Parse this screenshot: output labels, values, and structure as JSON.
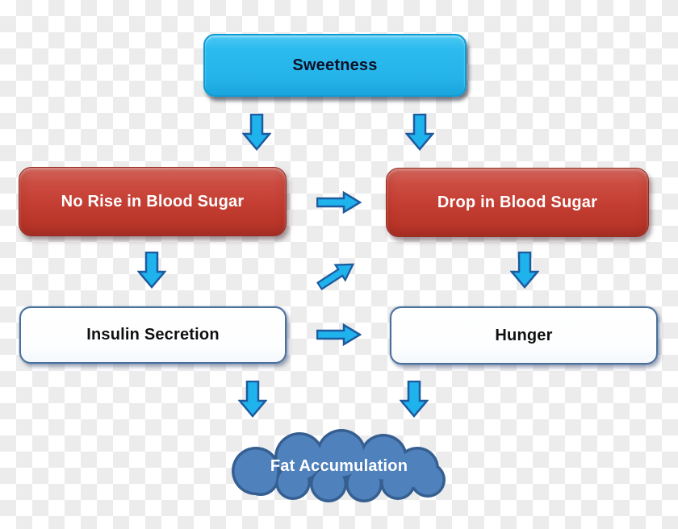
{
  "diagram": {
    "type": "flowchart",
    "background": "transparency-checkerboard",
    "nodes": {
      "sweetness": {
        "label": "Sweetness",
        "shape": "rounded-rectangle",
        "fill": "#27b8ec",
        "text_color": "#0d1026"
      },
      "no_rise": {
        "label": "No Rise in Blood Sugar",
        "shape": "rounded-rectangle",
        "fill": "#c43d32",
        "text_color": "#ffffff"
      },
      "drop": {
        "label": "Drop in Blood Sugar",
        "shape": "rounded-rectangle",
        "fill": "#c43d32",
        "text_color": "#ffffff"
      },
      "insulin": {
        "label": "Insulin Secretion",
        "shape": "rounded-rectangle",
        "fill": "#ffffff",
        "text_color": "#101010"
      },
      "hunger": {
        "label": "Hunger",
        "shape": "rounded-rectangle",
        "fill": "#ffffff",
        "text_color": "#101010"
      },
      "fat": {
        "label": "Fat Accumulation",
        "shape": "cloud",
        "fill": "#4f81bd",
        "text_color": "#ffffff"
      }
    },
    "edges": [
      {
        "from": "Sweetness",
        "to": "No Rise in Blood Sugar",
        "direction": "down"
      },
      {
        "from": "Sweetness",
        "to": "Drop in Blood Sugar",
        "direction": "down"
      },
      {
        "from": "No Rise in Blood Sugar",
        "to": "Drop in Blood Sugar",
        "direction": "right"
      },
      {
        "from": "No Rise in Blood Sugar",
        "to": "Insulin Secretion",
        "direction": "down"
      },
      {
        "from": "Drop in Blood Sugar",
        "to": "Hunger",
        "direction": "down"
      },
      {
        "from": "Insulin Secretion",
        "to": "Drop in Blood Sugar",
        "direction": "up-right"
      },
      {
        "from": "Insulin Secretion",
        "to": "Hunger",
        "direction": "right"
      },
      {
        "from": "Insulin Secretion",
        "to": "Fat Accumulation",
        "direction": "down"
      },
      {
        "from": "Hunger",
        "to": "Fat Accumulation",
        "direction": "down"
      }
    ],
    "colors": {
      "arrow_fill": "#1fb3ee",
      "arrow_stroke": "#1d5a9e",
      "cyan_node": "#27b8ec",
      "red_node": "#c43d32",
      "white_node_border": "#49709c",
      "cloud_fill": "#4f81bd",
      "cloud_border": "#365f91",
      "checker_gray": "#ececec"
    }
  }
}
